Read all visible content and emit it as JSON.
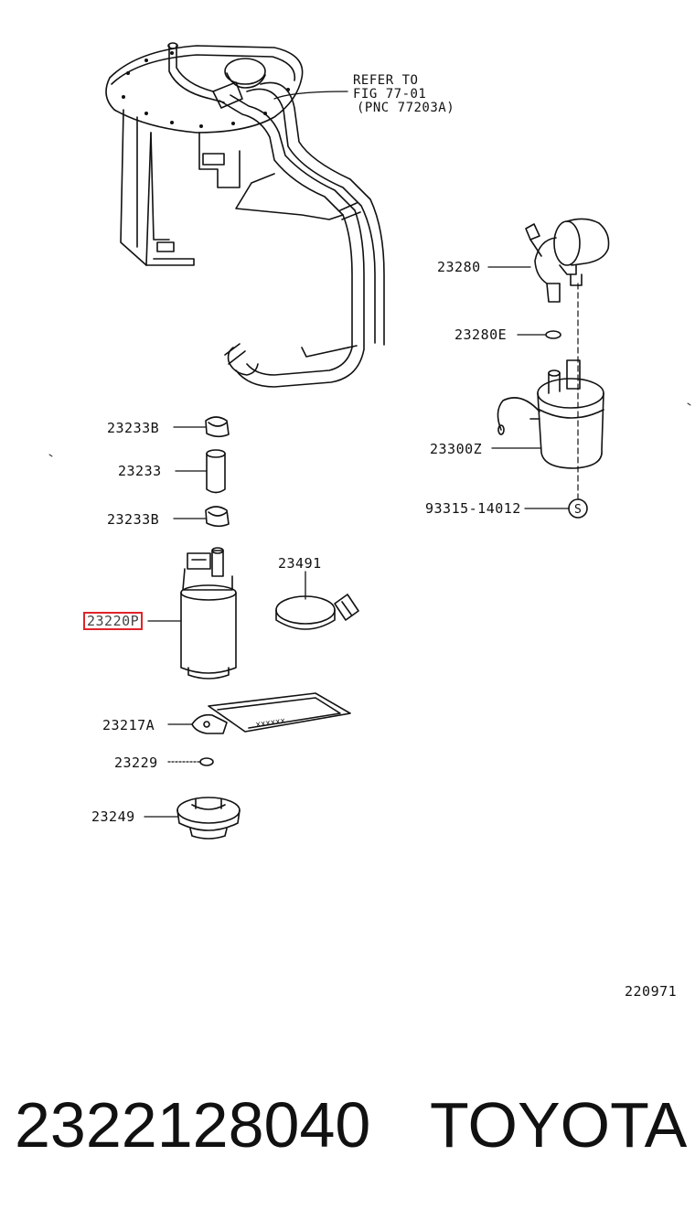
{
  "labels": {
    "p23280": "23280",
    "p23280E": "23280E",
    "p23300Z": "23300Z",
    "p93315": "93315-14012",
    "p23233B_top": "23233B",
    "p23233": "23233",
    "p23233B_bottom": "23233B",
    "p23491": "23491",
    "p23220P": "23220P",
    "p23217A": "23217A",
    "p23229": "23229",
    "p23249": "23249"
  },
  "note": {
    "line1": "REFER TO",
    "line2": "FIG 77-01",
    "line3": "(PNC 77203A)"
  },
  "figure_code": "220971",
  "footer": {
    "part_number": "2322128040",
    "brand": "TOYOTA"
  },
  "colors": {
    "highlight": "#e0242a",
    "ink": "#111111"
  }
}
